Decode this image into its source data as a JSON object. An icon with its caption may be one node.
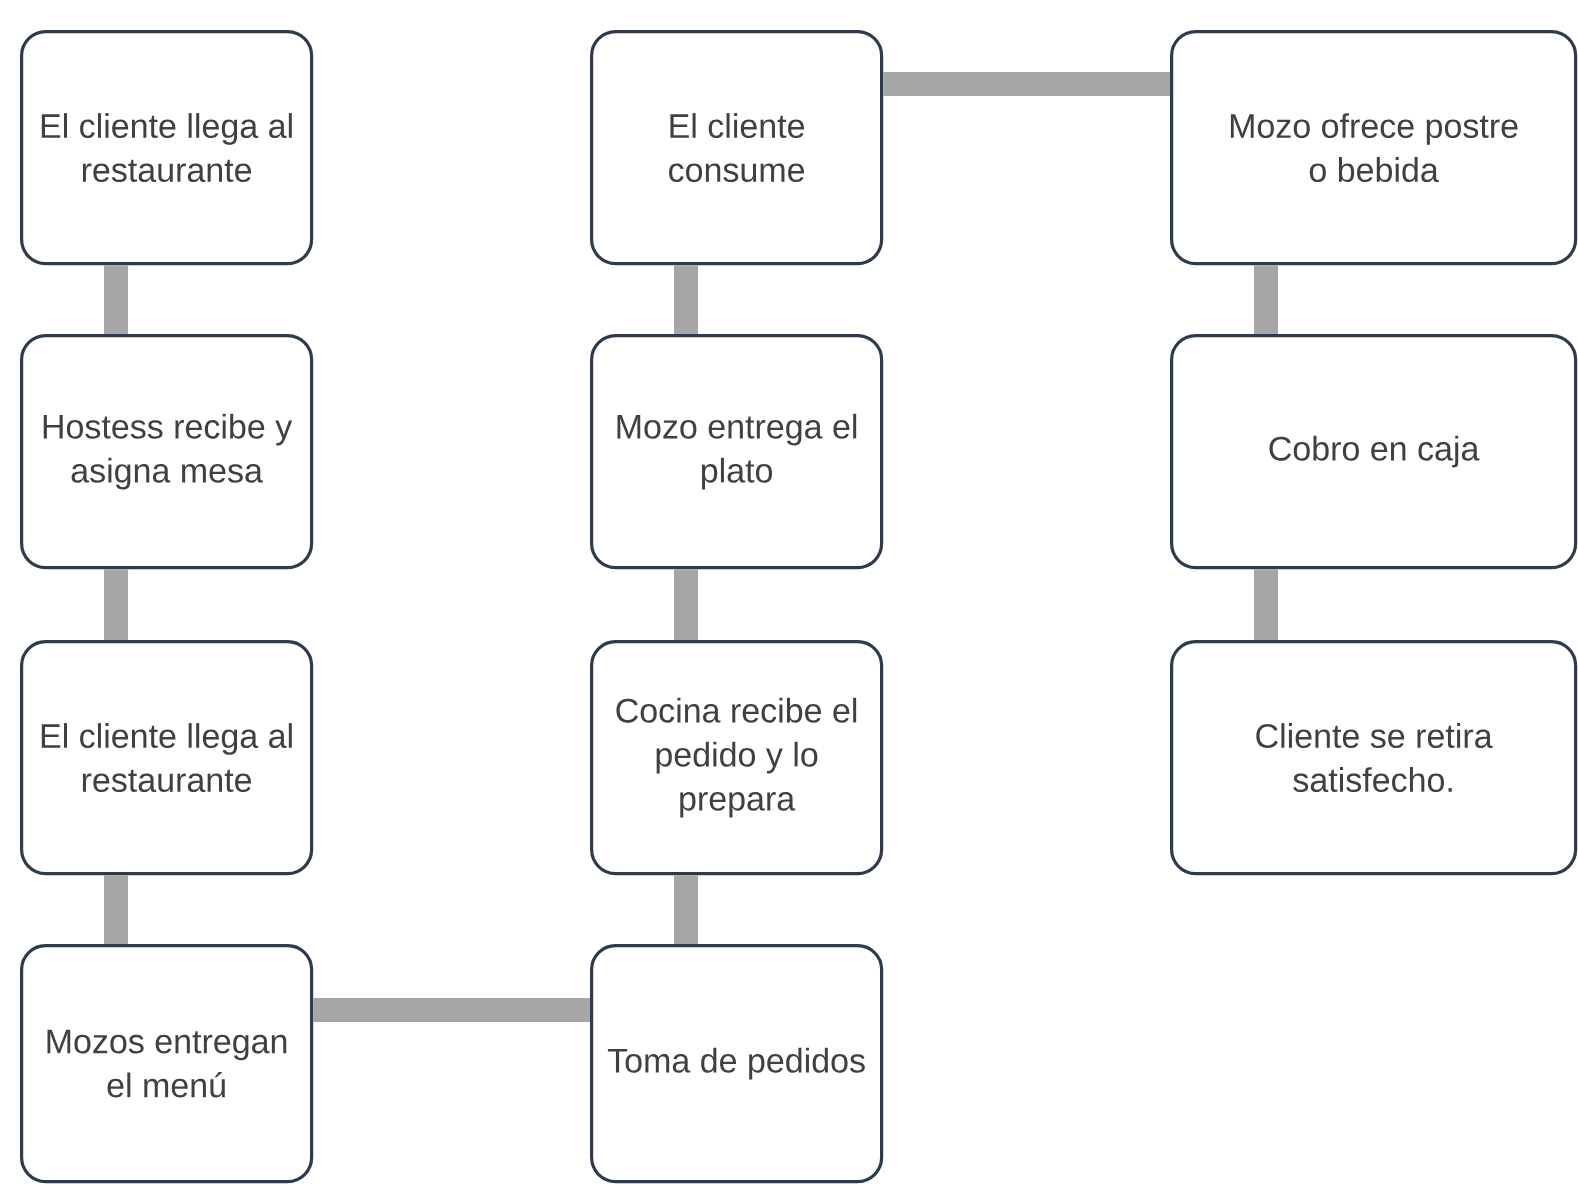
{
  "diagram": {
    "nodes": [
      {
        "text": [
          "El cliente llega al restaurante"
        ]
      },
      {
        "text": [
          "Hostess recibe y asigna mesa"
        ]
      },
      {
        "text": [
          "El cliente llega al restaurante"
        ]
      },
      {
        "text": [
          "Mozos entregan el menú"
        ]
      },
      {
        "text": [
          "Toma de pedidos"
        ]
      },
      {
        "text": [
          "Cocina recibe el pedido y lo prepara"
        ]
      },
      {
        "text": [
          "Mozo entrega el plato"
        ]
      },
      {
        "text": [
          "El cliente consume"
        ]
      },
      {
        "text": [
          "Mozo ofrece postre o bebida"
        ]
      },
      {
        "text": [
          "Cobro en caja"
        ]
      },
      {
        "text": [
          "Cliente se retira satisfecho."
        ]
      }
    ],
    "edges": [
      {
        "from": 0,
        "to": 1,
        "arrow": "none"
      },
      {
        "from": 1,
        "to": 2,
        "arrow": "none"
      },
      {
        "from": 2,
        "to": 3,
        "arrow": "none"
      },
      {
        "from": 3,
        "to": 4,
        "arrow": "none"
      },
      {
        "from": 4,
        "to": 5,
        "arrow": "none"
      },
      {
        "from": 5,
        "to": 6,
        "arrow": "none"
      },
      {
        "from": 6,
        "to": 7,
        "arrow": "none"
      },
      {
        "from": 7,
        "to": 8,
        "arrow": "none"
      },
      {
        "from": 8,
        "to": 9,
        "arrow": "none"
      },
      {
        "from": 9,
        "to": 10,
        "arrow": "none"
      }
    ]
  }
}
